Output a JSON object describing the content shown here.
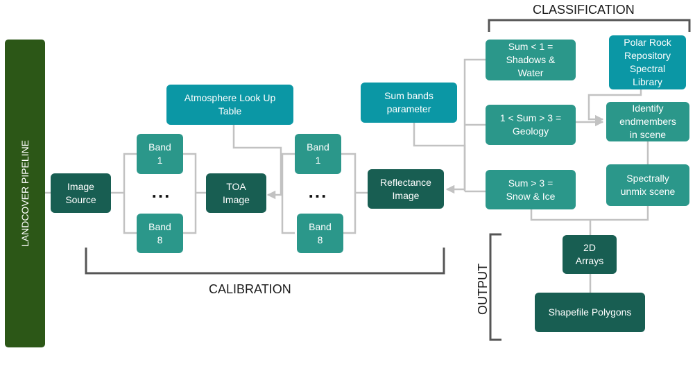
{
  "pipeline_label": "LANDCOVER PIPELINE",
  "sections": {
    "calibration": "CALIBRATION",
    "classification": "CLASSIFICATION",
    "output": "OUTPUT"
  },
  "nodes": {
    "image_source": "Image\nSource",
    "band1_a": "Band\n1",
    "dots_a": "...",
    "band8_a": "Band\n8",
    "atmosphere": "Atmosphere Look Up\nTable",
    "toa_image": "TOA\nImage",
    "band1_b": "Band\n1",
    "dots_b": "...",
    "band8_b": "Band\n8",
    "sum_bands": "Sum bands\nparameter",
    "reflectance": "Reflectance\nImage",
    "shadows_water": "Sum < 1 =\nShadows &\nWater",
    "geology": "1 < Sum > 3 =\nGeology",
    "snow_ice": "Sum > 3 =\nSnow & Ice",
    "polar_rock": "Polar Rock\nRepository\nSpectral\nLibrary",
    "identify_endmembers": "Identify\nendmembers\nin scene",
    "spectrally_unmix": "Spectrally\nunmix scene",
    "arrays_2d": "2D\nArrays",
    "shapefile": "Shapefile Polygons"
  },
  "colors": {
    "dark_node": "#185e52",
    "mid_node": "#2b978a",
    "cyan_node": "#0b97a5",
    "pipeline_bar": "#2c5717",
    "connector": "#c2c2c2",
    "bracket": "#555555"
  }
}
